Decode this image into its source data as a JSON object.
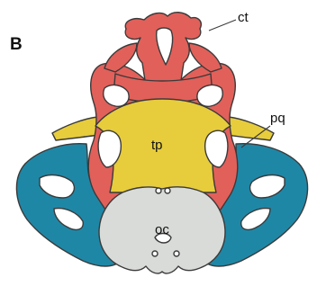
{
  "figure": {
    "panel_label": "B",
    "labels": {
      "ct": "ct",
      "pq": "pq",
      "tp": "tp",
      "oc": "oc"
    }
  },
  "colors": {
    "ct_red": "#e2605a",
    "tp_yellow": "#e7cc3c",
    "otic_blue": "#1f87a6",
    "occipital_grey": "#d9dbd8",
    "outline": "#3a3a3a"
  }
}
